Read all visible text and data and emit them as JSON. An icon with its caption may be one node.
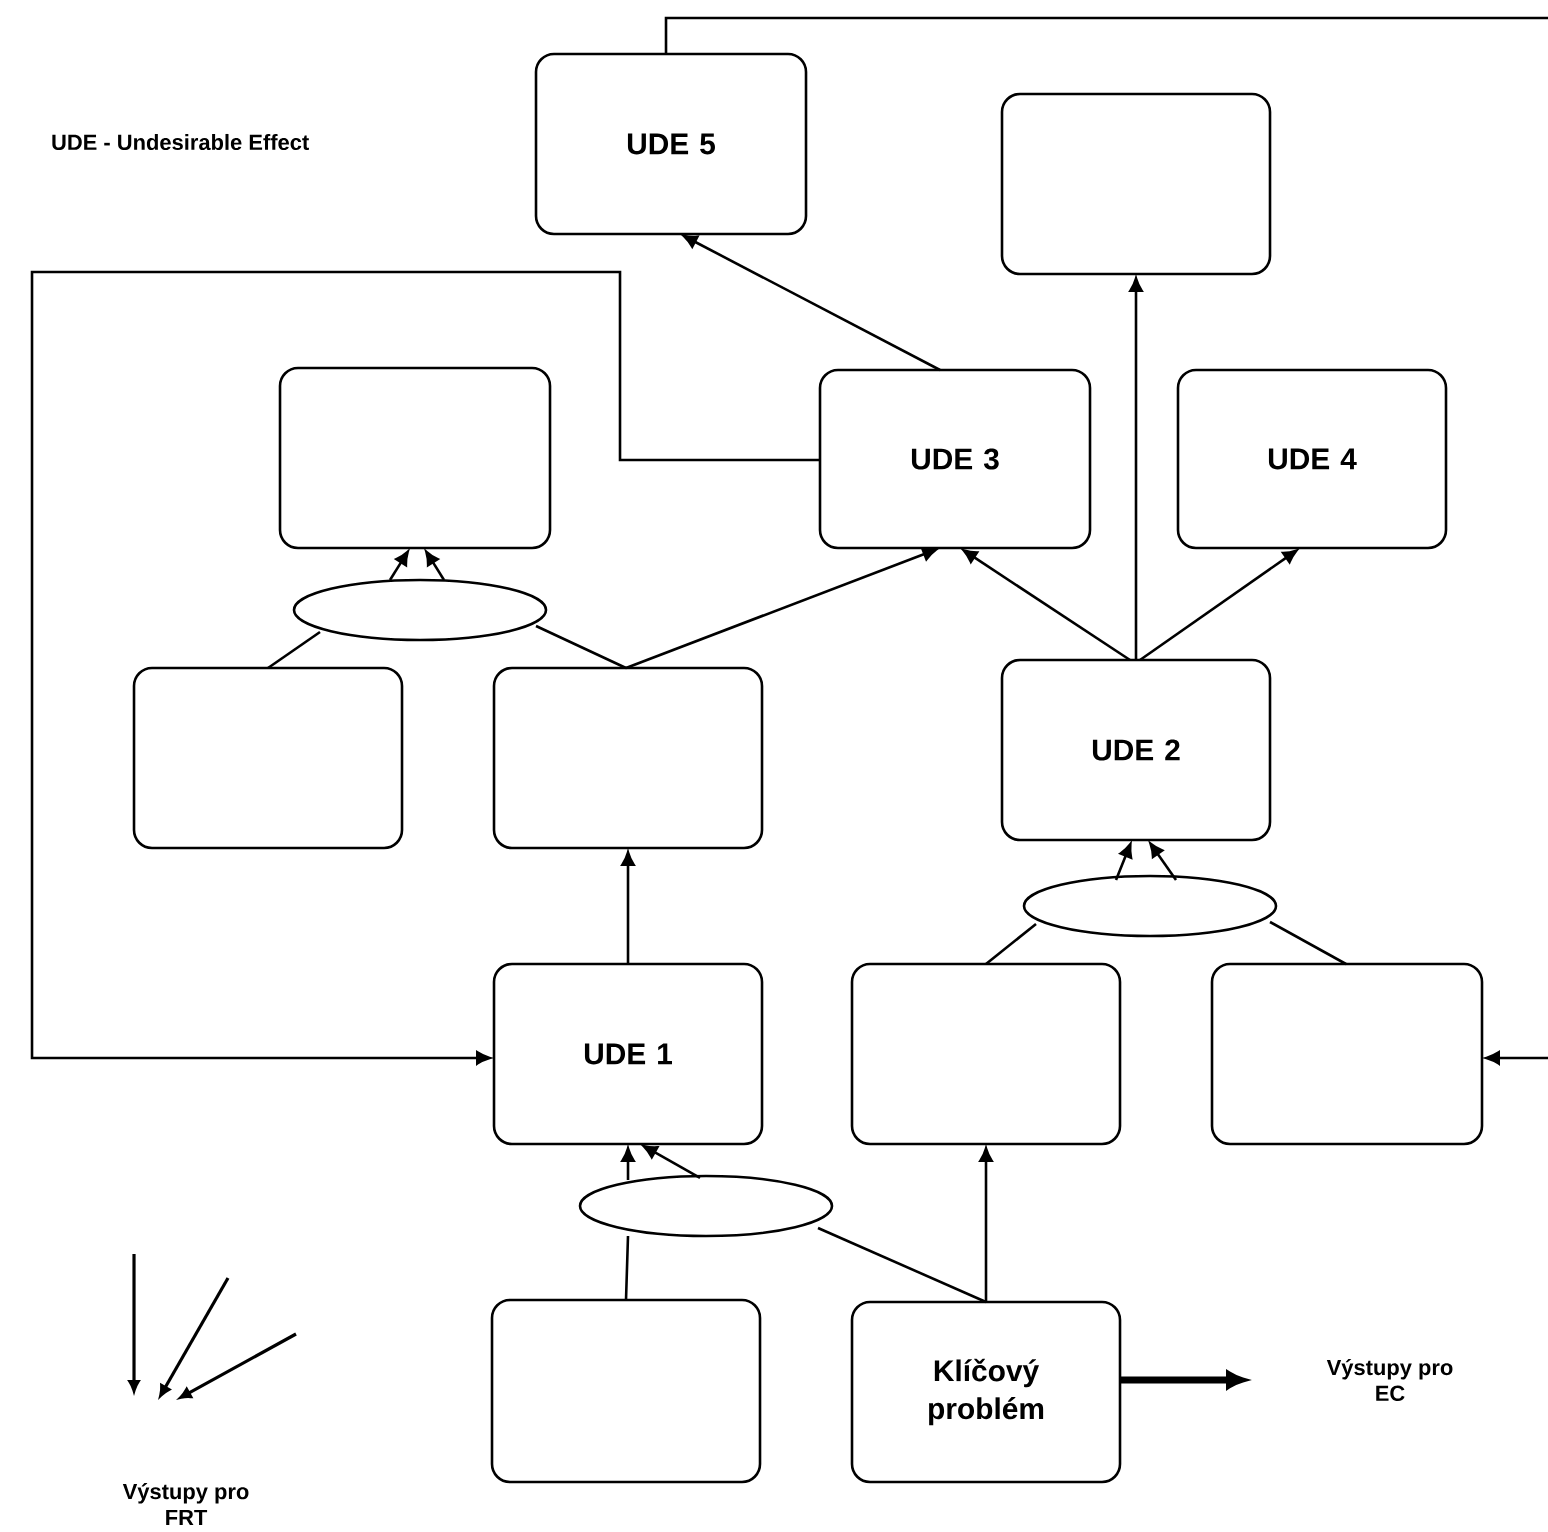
{
  "diagram": {
    "nodes": [
      {
        "text": [
          "UDE 5"
        ]
      },
      {
        "text": [],
        "shape": "box"
      },
      {
        "text": [],
        "shape": "box"
      },
      {
        "text": [
          "UDE 3"
        ]
      },
      {
        "text": [
          "UDE 4"
        ]
      },
      {
        "text": [],
        "shape": "ellipse"
      },
      {
        "text": [],
        "shape": "box"
      },
      {
        "text": [],
        "shape": "box"
      },
      {
        "text": [
          "UDE 2"
        ]
      },
      {
        "text": [],
        "shape": "ellipse"
      },
      {
        "text": [
          "UDE 1"
        ]
      },
      {
        "text": [],
        "shape": "box"
      },
      {
        "text": [],
        "shape": "box"
      },
      {
        "text": [],
        "shape": "ellipse"
      },
      {
        "text": [],
        "shape": "box"
      },
      {
        "text": [
          "Klíčový problém"
        ]
      },
      {
        "text": [
          "Výstupy pro EC"
        ]
      }
    ],
    "edges": [
      {
        "from": 3,
        "to": 0,
        "arrow": "to"
      },
      {
        "from": 6,
        "to": 5,
        "arrow": "none"
      },
      {
        "from": 7,
        "to": 5,
        "arrow": "none"
      },
      {
        "from": 5,
        "to": 2,
        "arrow": "to"
      },
      {
        "from": 5,
        "to": 2,
        "arrow": "to"
      },
      {
        "from": 7,
        "to": 3,
        "arrow": "to"
      },
      {
        "from": 8,
        "to": 3,
        "arrow": "to"
      },
      {
        "from": 8,
        "to": 1,
        "arrow": "to"
      },
      {
        "from": 8,
        "to": 4,
        "arrow": "to"
      },
      {
        "from": 3,
        "to": 10,
        "arrow": "to"
      },
      {
        "from": 10,
        "to": 7,
        "arrow": "to"
      },
      {
        "from": 11,
        "to": 9,
        "arrow": "none"
      },
      {
        "from": 12,
        "to": 9,
        "arrow": "none"
      },
      {
        "from": 9,
        "to": 8,
        "arrow": "to"
      },
      {
        "from": 9,
        "to": 8,
        "arrow": "to"
      },
      {
        "from": 0,
        "to": null,
        "arrow": "none"
      },
      {
        "from": null,
        "to": 12,
        "arrow": "to"
      },
      {
        "from": 14,
        "to": 13,
        "arrow": "none"
      },
      {
        "from": 15,
        "to": 13,
        "arrow": "none"
      },
      {
        "from": 13,
        "to": 10,
        "arrow": "to"
      },
      {
        "from": 13,
        "to": 10,
        "arrow": "to"
      },
      {
        "from": 15,
        "to": 11,
        "arrow": "to"
      },
      {
        "from": 15,
        "to": 16,
        "arrow": "to",
        "style": "thick"
      }
    ],
    "labels": [
      "UDE - Undesirable Effect",
      "Výstupy pro FRT"
    ]
  }
}
